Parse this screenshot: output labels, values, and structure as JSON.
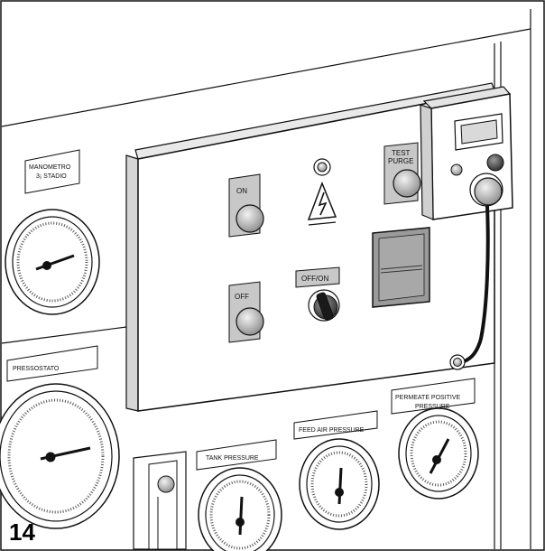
{
  "figure_number": "14",
  "labels": {
    "manometro_line1": "MANOMETRO",
    "manometro_line2": "3¡ STADIO",
    "pressostato": "PRESSOSTATO",
    "on": "ON",
    "off": "OFF",
    "off_on": "OFF/ON",
    "test_line1": "TEST",
    "test_line2": "PURGE",
    "tank_pressure": "TANK PRESSURE",
    "feed_air_pressure": "FEED AIR PRESSURE",
    "permeate_line1": "PERMEATE POSITIVE",
    "permeate_line2": "PRESSURE"
  },
  "colors": {
    "line": "#111111",
    "panel_fill": "#ffffff",
    "label_plate": "#c8c8c8",
    "button": "#bdbdbd",
    "display_window": "#d9d9d9",
    "square_control": "#9a9a9a"
  }
}
